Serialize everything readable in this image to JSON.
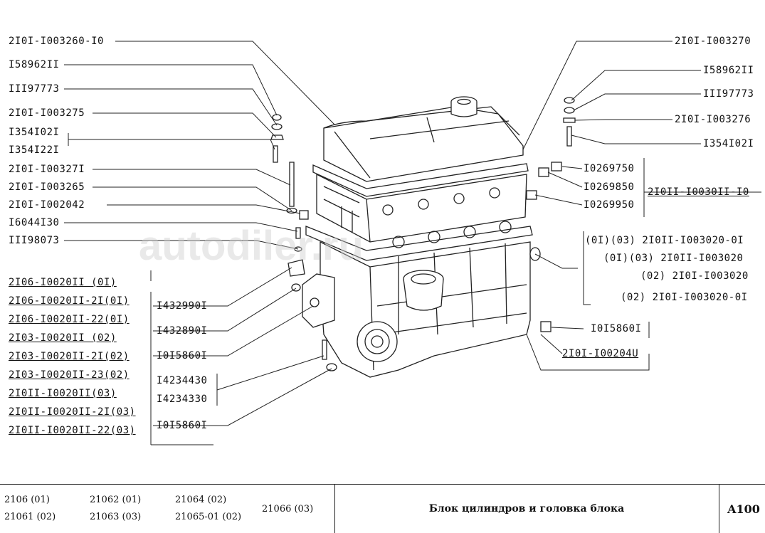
{
  "left_labels": [
    "2I0I-I003260-I0",
    "I58962II",
    "III97773",
    "2I0I-I003275",
    "I354I02I",
    "I354I22I",
    "2I0I-I00327I",
    "2I0I-I003265",
    "2I0I-I002042",
    "I6044I30",
    "III98073"
  ],
  "variants_left": [
    "2I06-I0020II (0I)",
    "2I06-I0020II-2I(0I)",
    "2I06-I0020II-22(0I)",
    "2I03-I0020II (02)",
    "2I03-I0020II-2I(02)",
    "2I03-I0020II-23(02)",
    "2I0II-I0020II(03)",
    "2I0II-I0020II-2I(03)",
    "2I0II-I0020II-22(03)"
  ],
  "center_labels": [
    "I432990I",
    "I432890I",
    "I0I5860I",
    "I4234430",
    "I4234330",
    "I0I5860I"
  ],
  "right_labels": [
    "2I0I-I003270",
    "I58962II",
    "III97773",
    "2I0I-I003276",
    "I354I02I",
    "I0269750",
    "I0269850",
    "I0269950",
    "2I0II-I0030II-I0",
    "(0I)(03) 2I0II-I003020-0I",
    "(0I)(03) 2I0II-I003020",
    "(02) 2I0I-I003020",
    "(02) 2I0I-I003020-0I",
    "I0I5860I",
    "2I0I-I00204U"
  ],
  "watermark": "autodiler.ru",
  "footer": {
    "models": [
      "2106 (01)",
      "21062 (01)",
      "21064 (02)",
      "21066 (03)",
      "21061 (02)",
      "21063 (03)",
      "21065-01 (02)"
    ],
    "title": "Блок цилиндров и головка блока",
    "code": "A100"
  }
}
